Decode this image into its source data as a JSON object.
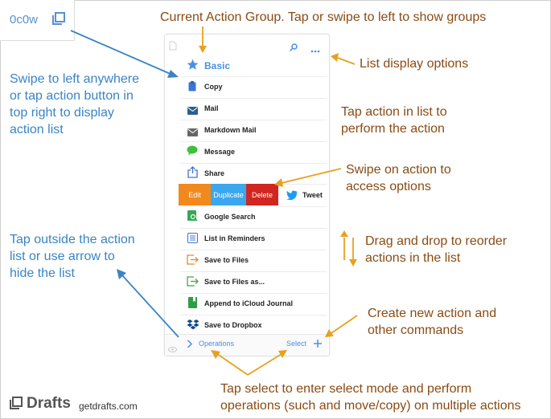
{
  "counter": {
    "text": "0c0w"
  },
  "group": {
    "label": "Basic"
  },
  "actions": [
    {
      "label": "Copy",
      "icon": "copy-icon",
      "color": "#3b74d6"
    },
    {
      "label": "Mail",
      "icon": "mail-icon",
      "color": "#2b5f8f"
    },
    {
      "label": "Markdown Mail",
      "icon": "markdown-mail-icon",
      "color": "#666666"
    },
    {
      "label": "Message",
      "icon": "message-icon",
      "color": "#3fbf3f"
    },
    {
      "label": "Share",
      "icon": "share-icon",
      "color": "#3b74d6"
    },
    {
      "label": "Tweet",
      "icon": "twitter-icon",
      "color": "#1d9bf0"
    },
    {
      "label": "Google Search",
      "icon": "google-search-icon",
      "color": "#34a853"
    },
    {
      "label": "List in Reminders",
      "icon": "list-icon",
      "color": "#3b74d6"
    },
    {
      "label": "Save to Files",
      "icon": "save-files-icon",
      "color": "#e8892a"
    },
    {
      "label": "Save to Files as...",
      "icon": "save-files-as-icon",
      "color": "#47a447"
    },
    {
      "label": "Append to iCloud Journal",
      "icon": "journal-icon",
      "color": "#2e9e44"
    },
    {
      "label": "Save to Dropbox",
      "icon": "dropbox-icon",
      "color": "#0b4a8c"
    }
  ],
  "swipe": {
    "edit": "Edit",
    "duplicate": "Duplicate",
    "delete": "Delete"
  },
  "footer": {
    "operations": "Operations",
    "select": "Select"
  },
  "notes": {
    "current_group": "Current Action Group. Tap or swipe to left to show groups",
    "display_options": "List display options",
    "tap_action_1": "Tap action in list to",
    "tap_action_2": "perform the action",
    "swipe_1": "Swipe on action to",
    "swipe_2": "access options",
    "drag_1": "Drag and drop to reorder",
    "drag_2": "actions in the list",
    "create_1": "Create new action and",
    "create_2": "other commands",
    "select_1": "Tap select to enter select mode and perform",
    "select_2": "operations (such and move/copy) on multiple actions",
    "swipe_left_1": "Swipe to left anywhere",
    "swipe_left_2": "or tap action button in",
    "swipe_left_3": "top right to display",
    "swipe_left_4": "action list",
    "outside_1": "Tap outside the action",
    "outside_2": "list or use arrow to",
    "outside_3": "hide the list"
  },
  "brand": {
    "name": "Drafts",
    "url": "getdrafts.com"
  },
  "colors": {
    "annotation_orange": "#e8a01e",
    "annotation_blue": "#3a84c4",
    "accent": "#4a90e2"
  }
}
